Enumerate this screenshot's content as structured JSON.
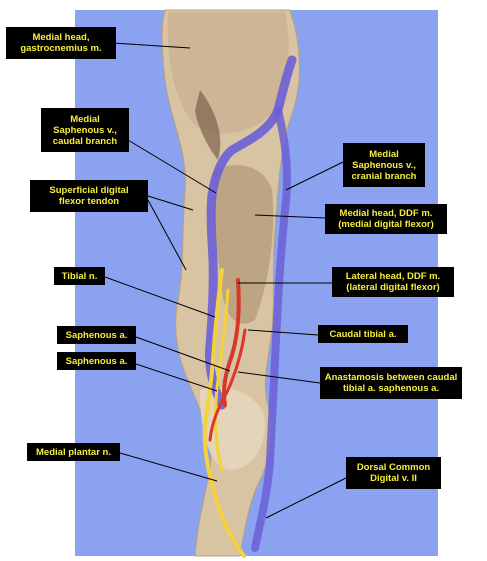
{
  "colors": {
    "background": "#8aa2ef",
    "label_background": "#000000",
    "label_text": "#f6ee3c",
    "vein": "#6b5fd6",
    "nerve": "#f3d23a",
    "artery": "#d8372a",
    "tissue": "#d8c3a3"
  },
  "labels": [
    {
      "id": "medial-head-gastrocnemius",
      "text": "Medial head,\ngastrocnemius m."
    },
    {
      "id": "medial-saphenous-caudal",
      "text": "Medial\nSaphenous v.,\ncaudal branch"
    },
    {
      "id": "medial-saphenous-cranial",
      "text": "Medial\nSaphenous v.,\ncranial branch"
    },
    {
      "id": "superficial-digital-flexor",
      "text": "Superficial digital\nflexor tendon"
    },
    {
      "id": "medial-head-ddf",
      "text": "Medial head, DDF m.\n(medial digital flexor)"
    },
    {
      "id": "tibial-nerve",
      "text": "Tibial n."
    },
    {
      "id": "lateral-head-ddf",
      "text": "Lateral head, DDF m.\n(lateral digital flexor)"
    },
    {
      "id": "saphenous-artery-1",
      "text": "Saphenous a."
    },
    {
      "id": "caudal-tibial-artery",
      "text": "Caudal tibial a."
    },
    {
      "id": "saphenous-artery-2",
      "text": "Saphenous a."
    },
    {
      "id": "anastomosis",
      "text": "Anastamosis between caudal\ntibial a. saphenous a."
    },
    {
      "id": "medial-plantar-nerve",
      "text": "Medial plantar n."
    },
    {
      "id": "dorsal-common-digital",
      "text": "Dorsal Common\nDigital v. II"
    }
  ]
}
